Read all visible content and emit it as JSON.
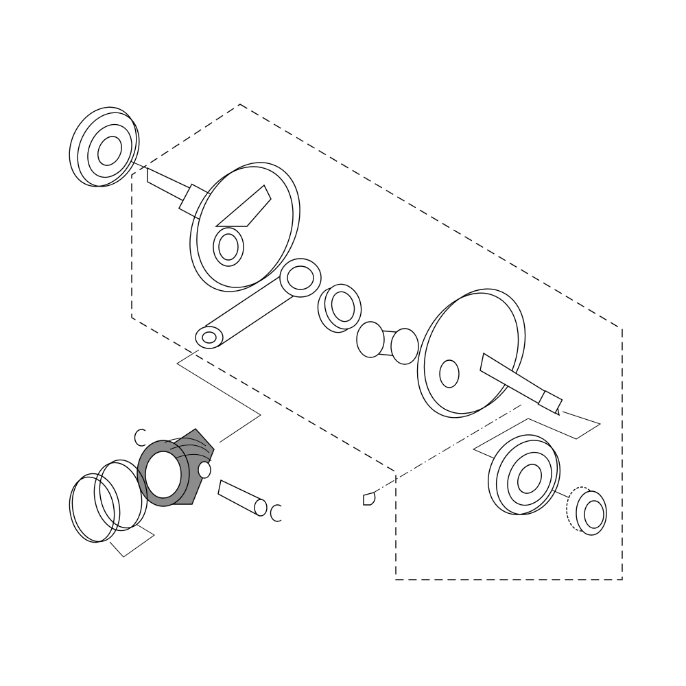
{
  "diagram": {
    "type": "exploded-parts-diagram",
    "colors": {
      "line": "#000000",
      "background": "#ffffff",
      "piston_fill": "#8c8c8c"
    },
    "parts": [
      "left-bearing",
      "left-crank-half",
      "connecting-rod",
      "needle-bearing",
      "crank-pin",
      "right-crank-half",
      "right-bearing",
      "drive-gear",
      "woodruff-key",
      "piston",
      "piston-pin",
      "piston-pin-clip-left",
      "piston-pin-clip-right",
      "piston-rings"
    ]
  }
}
